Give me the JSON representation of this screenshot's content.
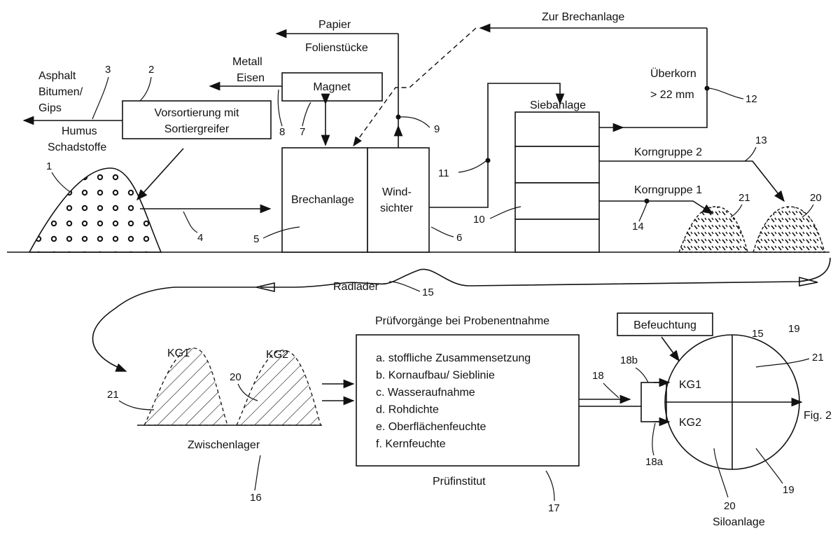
{
  "labels": {
    "asphalt": "Asphalt",
    "bitumen": "Bitumen/",
    "gips": "Gips",
    "humus": "Humus",
    "schadstoffe": "Schadstoffe",
    "vorsortierung_1": "Vorsortierung mit",
    "vorsortierung_2": "Sortiergreifer",
    "metall": "Metall",
    "eisen": "Eisen",
    "magnet": "Magnet",
    "papier": "Papier",
    "folienstuecke": "Folienstücke",
    "zur_brechanlage": "Zur Brechanlage",
    "ueberkorn": "Überkorn",
    "ueberkorn_size": "> 22 mm",
    "siebanlage": "Siebanlage",
    "brechanlage": "Brechanlage",
    "windsichter_1": "Wind-",
    "windsichter_2": "sichter",
    "korngruppe2": "Korngruppe 2",
    "korngruppe1": "Korngruppe 1",
    "radlader": "Radlader",
    "pruefvorgaenge": "Prüfvorgänge bei Probenentnahme",
    "befeuchtung": "Befeuchtung",
    "kg1": "KG1",
    "kg2": "KG2",
    "zwischenlager": "Zwischenlager",
    "pruefinstitut": "Prüfinstitut",
    "siloanlage": "Siloanlage",
    "fig": "Fig. 2"
  },
  "tests": [
    "a. stoffliche Zusammensetzung",
    "b. Kornaufbau/ Sieblinie",
    "c. Wasseraufnahme",
    "d. Rohdichte",
    "e. Oberflächenfeuchte",
    "f. Kernfeuchte"
  ],
  "refs": {
    "r1": "1",
    "r2": "2",
    "r3": "3",
    "r4": "4",
    "r5": "5",
    "r6": "6",
    "r7": "7",
    "r8": "8",
    "r9": "9",
    "r10": "10",
    "r11": "11",
    "r12": "12",
    "r13": "13",
    "r14": "14",
    "r15a": "15",
    "r15b": "15",
    "r16": "16",
    "r17": "17",
    "r18": "18",
    "r18a": "18a",
    "r18b": "18b",
    "r19": "19",
    "r20a": "20",
    "r20b": "20",
    "r20c": "20",
    "r21a": "21",
    "r21b": "21",
    "r21c": "21"
  }
}
